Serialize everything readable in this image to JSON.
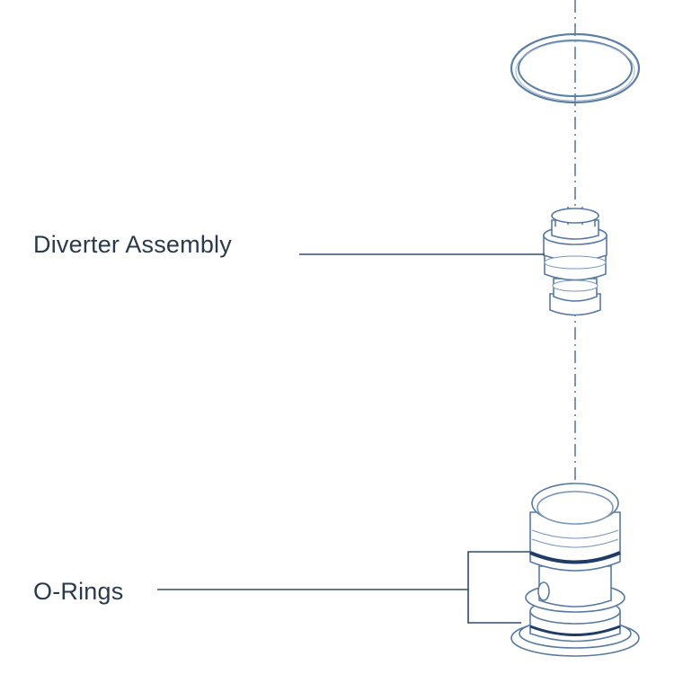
{
  "diagram": {
    "type": "exploded-parts-view",
    "line_color": "#2d4a6e",
    "accent_color": "#1f3c66",
    "parts": [
      {
        "id": "top-o-ring",
        "label": ""
      },
      {
        "id": "diverter-assembly",
        "label": "Diverter Assembly"
      },
      {
        "id": "valve-body-with-o-rings",
        "label": "O-Rings"
      }
    ],
    "callouts": {
      "diverter": "Diverter Assembly",
      "orings": "O-Rings"
    }
  }
}
